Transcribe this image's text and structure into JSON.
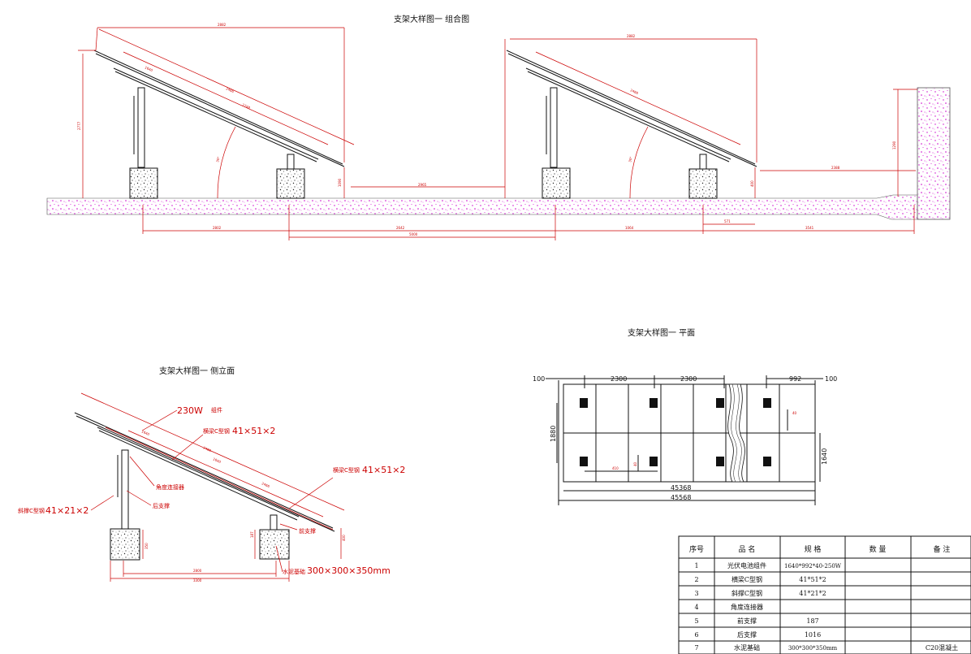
{
  "titles": {
    "combined": "支架大样图一 组合图",
    "plan": "支架大样图一 平面",
    "side": "支架大样图一 侧立面"
  },
  "combined": {
    "dims": {
      "panel_len_1": "2882",
      "height_left": "2777",
      "module_len": "1640",
      "beam_len_a": "2466",
      "beam_len_b": "2748",
      "angle_a": "30°",
      "gap_mid": "2965",
      "ground_a": "2802",
      "ground_b": "2642",
      "ground_total": "5000",
      "panel_len_2": "2882",
      "beam_len_c": "2466",
      "angle_b": "30°",
      "ground_c": "1064",
      "ground_d": "3541",
      "small_d": "571",
      "wall_h": "1290",
      "wall_gap": "2388",
      "small_v": "1090",
      "small_r": "400"
    }
  },
  "side": {
    "labels": {
      "module": "230W",
      "module_suffix": "组件",
      "beam_top": "横梁C型钢",
      "beam_top_size": "41×51×2",
      "beam_right": "横梁C型钢",
      "beam_right_size": "41×51×2",
      "brace": "斜撑C型钢",
      "brace_size": "41×21×2",
      "angle_conn": "角度连接器",
      "rear_support": "后支撑",
      "front_support": "前支撑",
      "foundation": "水泥基础",
      "foundation_size": "300×300×350mm"
    },
    "dims": {
      "d1": "1640",
      "d2": "2466",
      "d3": "1640",
      "d4": "2466",
      "d5": "350",
      "d6": "187",
      "d7": "400",
      "bottom_a": "2800",
      "bottom_b": "3300"
    }
  },
  "plan": {
    "dims": {
      "left_margin": "100",
      "span_a": "2300",
      "span_b": "2300",
      "module_w": "992",
      "right_margin": "100",
      "height_left": "1880",
      "height_right": "1640",
      "total_inner": "45368",
      "total_outer": "45568",
      "small_a": "40",
      "small_b": "40",
      "small_c": "410"
    }
  },
  "table": {
    "headers": [
      "序号",
      "品 名",
      "规 格",
      "数 量",
      "备 注"
    ],
    "rows": [
      {
        "no": "1",
        "name": "光伏电池组件",
        "spec": "1640*992*40-250W",
        "qty": "",
        "note": ""
      },
      {
        "no": "2",
        "name": "横梁C型钢",
        "spec": "41*51*2",
        "qty": "",
        "note": ""
      },
      {
        "no": "3",
        "name": "斜撑C型钢",
        "spec": "41*21*2",
        "qty": "",
        "note": ""
      },
      {
        "no": "4",
        "name": "角度连接器",
        "spec": "",
        "qty": "",
        "note": ""
      },
      {
        "no": "5",
        "name": "前支撑",
        "spec": "187",
        "qty": "",
        "note": ""
      },
      {
        "no": "6",
        "name": "后支撑",
        "spec": "1016",
        "qty": "",
        "note": ""
      },
      {
        "no": "7",
        "name": "水泥基础",
        "spec": "300*300*350mm",
        "qty": "",
        "note": "C20混凝土"
      }
    ]
  }
}
